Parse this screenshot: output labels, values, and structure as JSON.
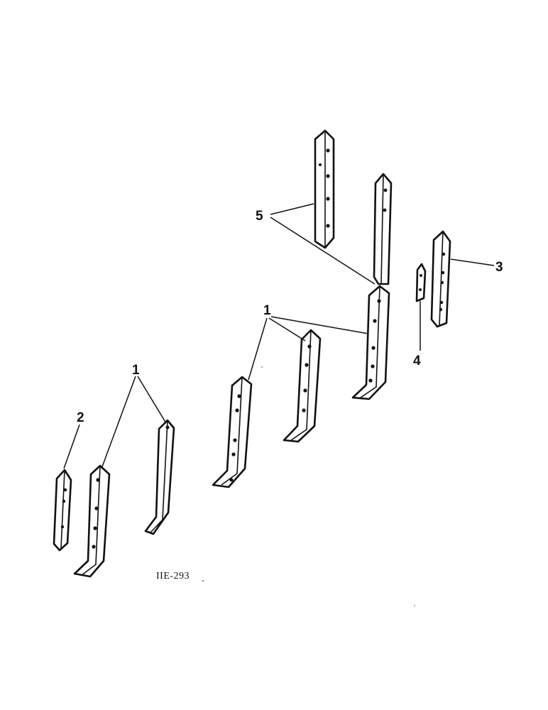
{
  "diagram": {
    "callouts": {
      "c1_left": "1",
      "c1_center": "1",
      "c2": "2",
      "c3": "3",
      "c4": "4",
      "c5": "5"
    },
    "drawing_code": "IIE-293"
  }
}
